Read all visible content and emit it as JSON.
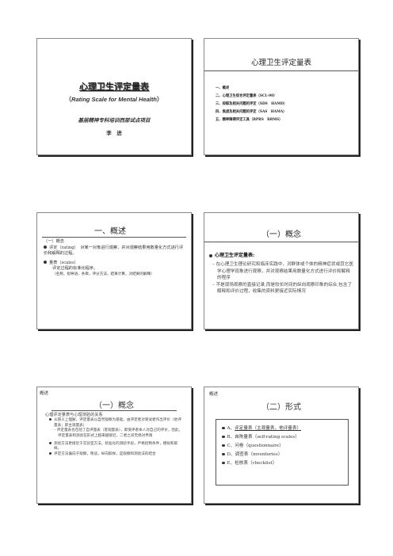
{
  "slide1": {
    "title": "心理卫生评定量表",
    "subtitle_en": "Rating Scale for Mental Health",
    "subtitle_open": "（",
    "subtitle_close": "）",
    "organization": "基层精神专科培训西部试点项目",
    "author": "李　进"
  },
  "slide2": {
    "title": "心理卫生评定量表",
    "items": [
      "一、概述",
      "二、心理卫生综合评定量表（SCL-90）",
      "三、抑郁及相关问题的评定（SDS　HAMD）",
      "四、焦虑及相关问题的评定（SAS　HAMA）",
      "五、精神障碍评定工具（BPRS　BRMS）"
    ]
  },
  "slide3": {
    "title": "一、概述",
    "section": "（一）概念",
    "bullet1": "评定（rating）　对某一对象进行观察，并对观察结果用数量化方式进行评价和解释的过程。",
    "bullet2": "量表（scales）",
    "bullet2_detail": "评定过程的标准化程序。",
    "note": "（名称，指导语，条目，评分方法，结果计算，对结果的解释）"
  },
  "slide4": {
    "title": "（一）概念",
    "heading": "心理卫生评定量表:",
    "point1": "– 在心理卫生理论研究和临床实践中，对群体或个体的精神症状或其它医学心理学现象进行观察，并对观察结果用数量化方式进行评价和解释的程序",
    "point2": "– 不是现场观察的直接记录,而是较长时间的纵向观察印象的综合,包含了解释和评价过程，收集的资料更接近实际情况"
  },
  "slide5": {
    "tag": "概述",
    "title": "（一）概念",
    "heading": "心理评定量表与心理测验的关系",
    "point1": "从狭义上理解，评定量表以自然观察为基础，由评定者对受试者作出评价（他评量表；即主观量表）",
    "point1_sub": "– 评定量表也包括了自评量表（客观量表），即受评者本人对自己的评价，因此，评定量表和测验在形式上越来越接近，二者之间无绝对界限",
    "point2": "测验方法更接近于实验室方法，标准化的测验手段，严格控制条件，模拟和取样。",
    "point3": "评定方法偏向于观察，晤谈，纵向取样，是观察和测验法的结合"
  },
  "slide6": {
    "tag": "概述",
    "title": "（二）形式",
    "items": [
      {
        "prefix": "A、",
        "text": "评定量表（主观量表，他评量表）"
      },
      {
        "prefix": "B、",
        "text": "自陈量表（self-rating scales）"
      },
      {
        "prefix": "C、",
        "text": "问卷（questionnaire）"
      },
      {
        "prefix": "D、",
        "text": "调查表（inventories）"
      },
      {
        "prefix": "E、",
        "text": "检核表（checklist）"
      }
    ]
  }
}
